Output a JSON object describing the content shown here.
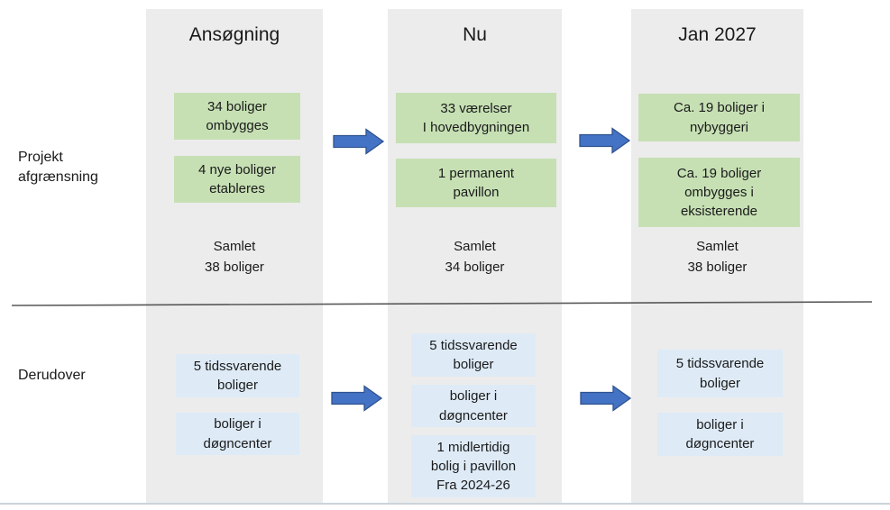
{
  "colors": {
    "column_bg": "#ececec",
    "green_box": "#c6e0b4",
    "blue_box": "#deebf7",
    "arrow_fill": "#4472c4",
    "arrow_border": "#2f528f",
    "text": "#1a1a1a",
    "divider": "#595959",
    "bottom_rule": "#ccd3da"
  },
  "row_labels": {
    "top": "Projekt\nafgrænsning",
    "bottom": "Derudover"
  },
  "columns": [
    {
      "header": "Ansøgning",
      "top_boxes": [
        "34 boliger\nombygges",
        "4 nye boliger\netableres"
      ],
      "summary": "Samlet\n38 boliger",
      "bottom_boxes": [
        "5 tidssvarende\nboliger",
        "boliger i\ndøgncenter"
      ]
    },
    {
      "header": "Nu",
      "top_boxes": [
        "33 værelser\nI hovedbygningen",
        "1 permanent\npavillon"
      ],
      "summary": "Samlet\n34 boliger",
      "bottom_boxes": [
        "5 tidssvarende\nboliger",
        "boliger i\ndøgncenter",
        "1 midlertidig\nbolig i pavillon\nFra 2024-26"
      ]
    },
    {
      "header": "Jan 2027",
      "top_boxes": [
        "Ca. 19 boliger i\nnybyggeri",
        "Ca. 19 boliger\nombygges i\neksisterende"
      ],
      "summary": "Samlet\n38 boliger",
      "bottom_boxes": [
        "5 tidssvarende\nboliger",
        "boliger i\ndøgncenter"
      ]
    }
  ]
}
